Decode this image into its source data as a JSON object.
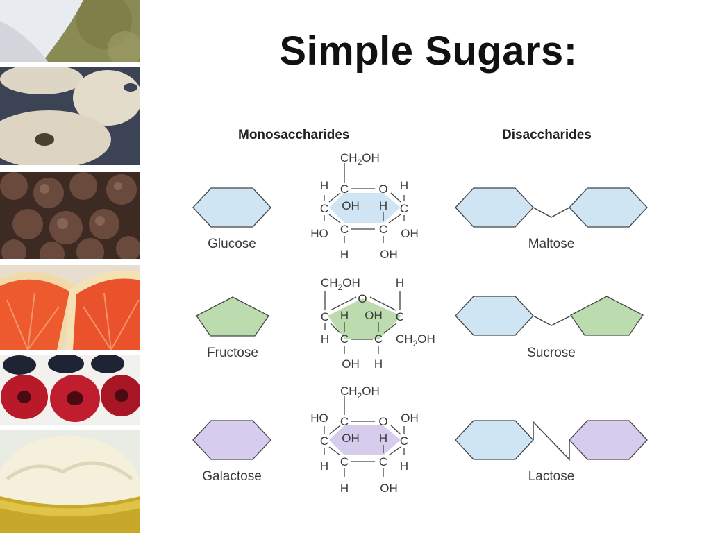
{
  "slide": {
    "title": "Simple Sugars:",
    "columns": {
      "left": "Monosaccharides",
      "right": "Disaccharides"
    }
  },
  "colors": {
    "glucose": "#cfe5f4",
    "fructose": "#bcdcb0",
    "galactose": "#d6cdee",
    "outline": "#444444",
    "text": "#3a3a3a"
  },
  "photos": [
    "sugar-photo",
    "cookies-photo",
    "chocolate-chips-photo",
    "grapefruit-photo",
    "berries-photo",
    "ice-cream-photo"
  ],
  "monosaccharides": [
    {
      "name": "Glucose",
      "atoms": {
        "top": "CH",
        "top_sub": "2",
        "top_end": "OH",
        "h1": "H",
        "c1": "C",
        "o": "O",
        "h2": "H",
        "cl": "C",
        "oh1": "OH",
        "h3": "H",
        "cr": "C",
        "ho": "HO",
        "c3": "C",
        "c4": "C",
        "oh2": "OH",
        "hb": "H",
        "ohb": "OH"
      }
    },
    {
      "name": "Fructose",
      "atoms": {
        "top": "CH",
        "top_sub": "2",
        "top_end": "OH",
        "h_top": "H",
        "o": "O",
        "cl": "C",
        "h1": "H",
        "oh1": "OH",
        "cr": "C",
        "h2": "H",
        "c3": "C",
        "c4": "C",
        "ch2r": "CH",
        "ch2r_sub": "2",
        "ch2r_end": "OH",
        "ohb": "OH",
        "hb": "H"
      }
    },
    {
      "name": "Galactose",
      "atoms": {
        "top": "CH",
        "top_sub": "2",
        "top_end": "OH",
        "ho1": "HO",
        "c1": "C",
        "o": "O",
        "oh_tr": "OH",
        "cl": "C",
        "oh1": "OH",
        "h3": "H",
        "cr": "C",
        "hl": "H",
        "c3": "C",
        "c4": "C",
        "hr": "H",
        "hb": "H",
        "ohb": "OH"
      }
    }
  ],
  "disaccharides": [
    {
      "name": "Maltose"
    },
    {
      "name": "Sucrose"
    },
    {
      "name": "Lactose"
    }
  ]
}
